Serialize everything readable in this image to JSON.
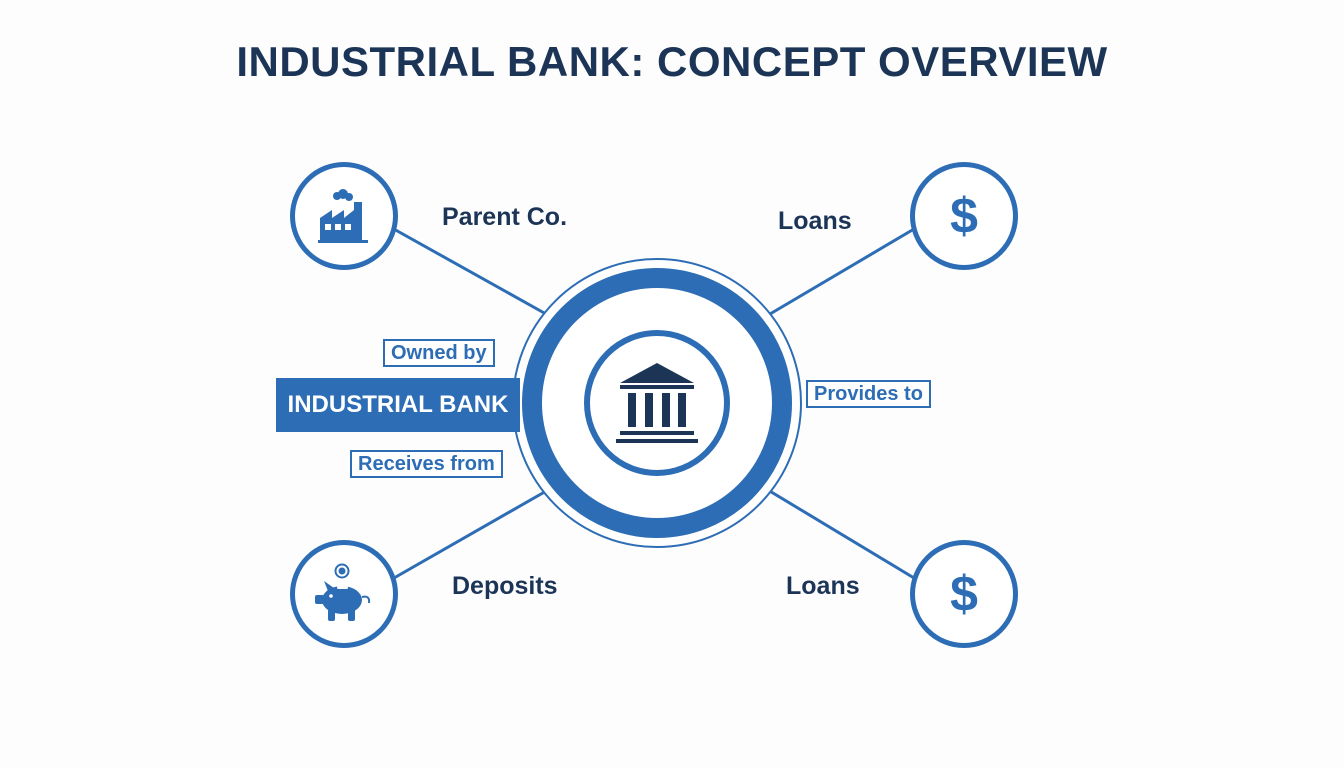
{
  "title": "INDUSTRIAL BANK: CONCEPT OVERVIEW",
  "center": {
    "banner_label": "INDUSTRIAL BANK",
    "icon": "bank-building-icon"
  },
  "nodes": [
    {
      "label": "Parent Co.",
      "icon": "factory-icon"
    },
    {
      "label": "Loans",
      "icon": "dollar-icon",
      "symbol": "$"
    },
    {
      "label": "Deposits",
      "icon": "piggy-bank-icon"
    },
    {
      "label": "Loans",
      "icon": "dollar-icon",
      "symbol": "$"
    }
  ],
  "relations": {
    "owned_by": "Owned by",
    "receives_from": "Receives from",
    "provides_to": "Provides to"
  },
  "colors": {
    "primary": "#2d6db5",
    "dark": "#1c3557",
    "background": "#fdfdfd"
  }
}
